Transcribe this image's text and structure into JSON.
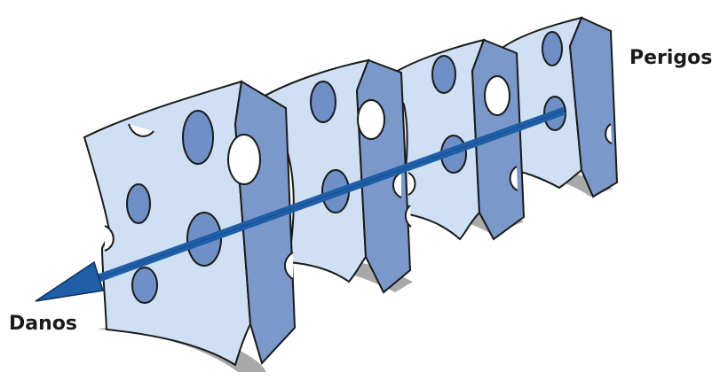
{
  "labels": {
    "hazards": "Perigos",
    "losses": "Danos"
  },
  "colors": {
    "slice_face": "#cfe0f4",
    "slice_side": "#7b98cb",
    "hole_inner": "#6f8fc6",
    "shadow": "#a9a9a9",
    "arrow": "#1f5fa8",
    "outline": "#1a1a1a"
  },
  "diagram": {
    "slices": [
      {
        "name": "slice-4"
      },
      {
        "name": "slice-3"
      },
      {
        "name": "slice-2"
      },
      {
        "name": "slice-1"
      }
    ],
    "arrow_icon": "arrow-left-icon"
  }
}
